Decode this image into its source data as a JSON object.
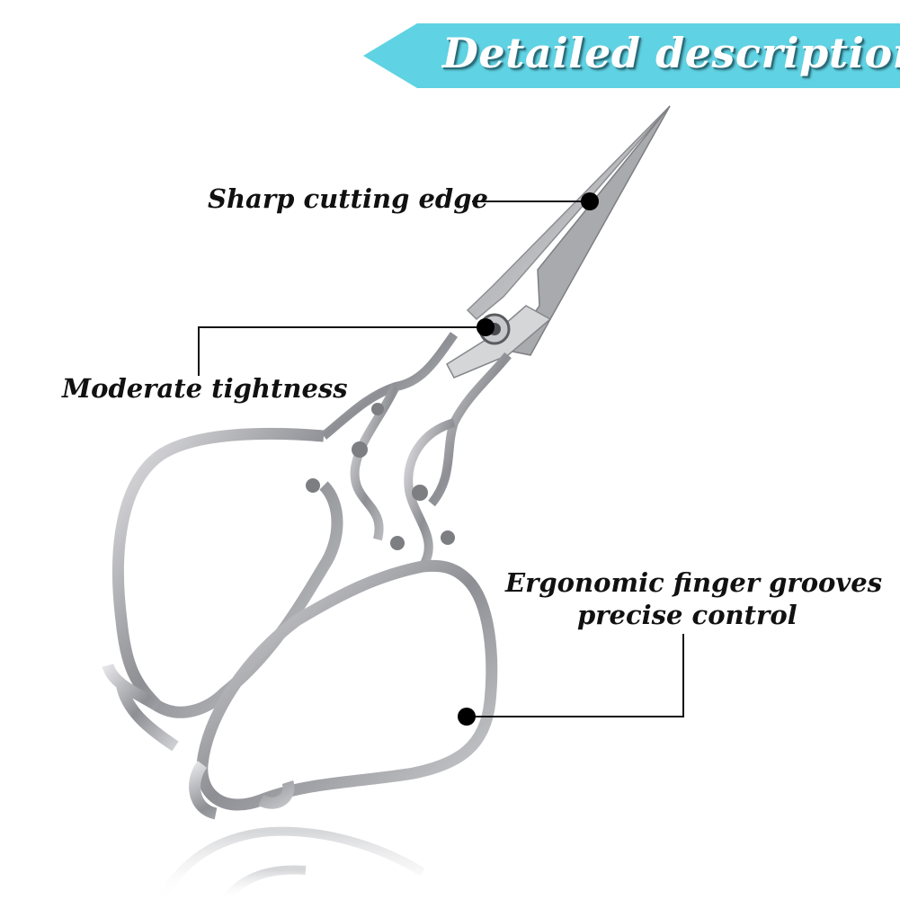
{
  "banner": {
    "title": "Detailed description",
    "color": "#5fd2e3"
  },
  "callouts": {
    "cutting_edge": "Sharp cutting edge",
    "tightness": "Moderate tightness",
    "ergonomic_line1": "Ergonomic finger grooves",
    "ergonomic_line2": "precise control"
  },
  "colors": {
    "metal_dark": "#8f8f94",
    "metal_light": "#d9d9dc",
    "blade": "#c9cacd",
    "text": "#111111"
  }
}
